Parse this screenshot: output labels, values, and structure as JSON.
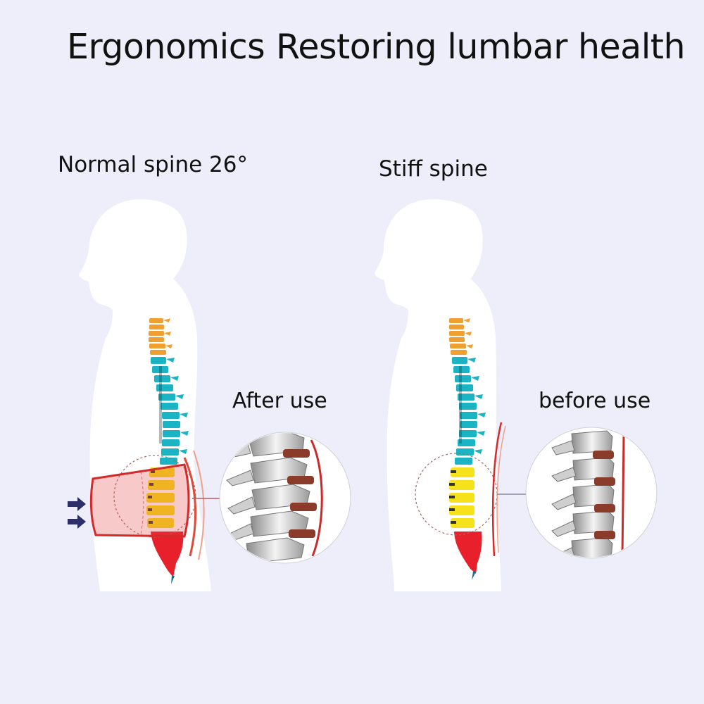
{
  "headline": {
    "left": "Ergonomics",
    "right": "Restoring lumbar health"
  },
  "panels": {
    "normal": {
      "title": "Normal spine 26°",
      "caption": "After use",
      "arrows": 2
    },
    "stiff": {
      "title": "Stiff spine",
      "caption": "before use"
    }
  },
  "colors": {
    "background": "#eeeefa",
    "silhouette": "#ffffff",
    "cervical": "#f0a030",
    "thoracic": "#1ab4c4",
    "lumbar": "#f6e21a",
    "sacrum": "#e8202c",
    "support_belt": "#e23c3c",
    "arrow": "#2d2f6b"
  }
}
